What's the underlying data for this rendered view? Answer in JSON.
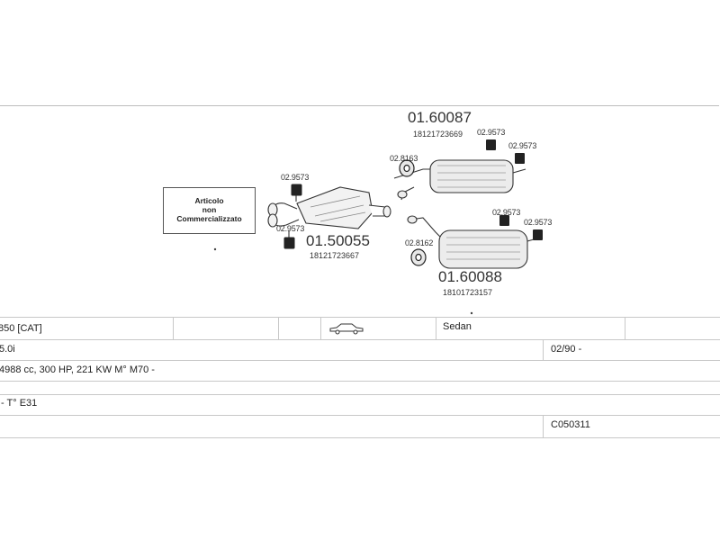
{
  "parts": {
    "p1_number": "01.60087",
    "p1_oem": "18121723669",
    "p2_number": "01.50055",
    "p2_oem": "18121723667",
    "p3_number": "01.60088",
    "p3_oem": "18101723157"
  },
  "codes": {
    "c_left_top": "02.9573",
    "c_left_bottom": "02.9573",
    "c_rt_top1": "02.9573",
    "c_rt_top2": "02.9573",
    "c_rt_clamp": "02.8163",
    "c_rb_clamp": "02.8162",
    "c_rb_1": "02.9573",
    "c_rb_2": "02.9573"
  },
  "not_sold_box": {
    "line1": "Articolo",
    "line2": "non",
    "line3": "Commercializzato"
  },
  "vehicle": {
    "model": "850  [CAT]",
    "body": "Sedan",
    "engine": "5.0i",
    "date": "02/90 -",
    "specs": "4988 cc, 300 HP, 221 KW M° M70 -",
    "type": "- T° E31",
    "ref_code": "C050311"
  }
}
